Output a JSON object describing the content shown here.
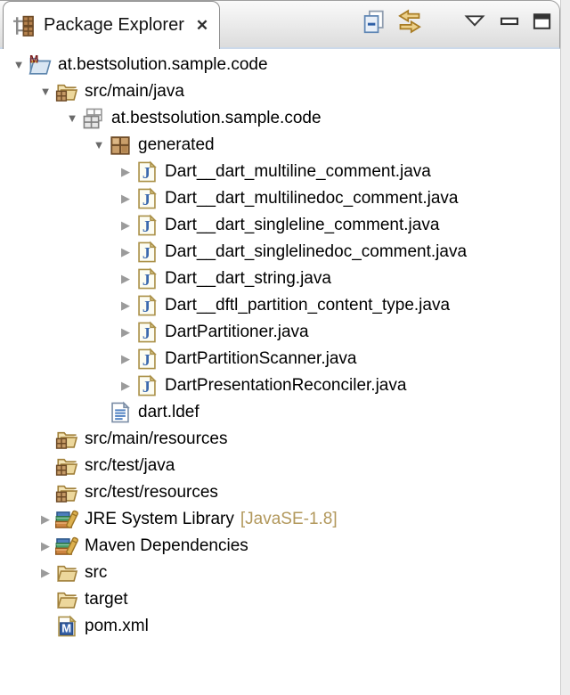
{
  "view": {
    "tab": {
      "title": "Package Explorer",
      "close_glyph": "✕",
      "icon": "package-explorer"
    },
    "toolbar": {
      "icons": [
        {
          "name": "collapse-all"
        },
        {
          "name": "link-with-editor"
        },
        {
          "name": "view-menu"
        },
        {
          "name": "minimize"
        },
        {
          "name": "maximize"
        }
      ]
    }
  },
  "colors": {
    "decorator_text": "#b2985c",
    "header_divider": "#ccd9ea",
    "expander_expanded": "#6a6a6a",
    "expander_collapsed": "#9b9b9b"
  },
  "tree": {
    "rows": [
      {
        "label": "at.bestsolution.sample.code",
        "icon": "maven-project",
        "level": 0,
        "expander": "expanded"
      },
      {
        "label": "src/main/java",
        "icon": "source-folder",
        "level": 1,
        "expander": "expanded"
      },
      {
        "label": "at.bestsolution.sample.code",
        "icon": "package-empty",
        "level": 2,
        "expander": "expanded"
      },
      {
        "label": "generated",
        "icon": "package",
        "level": 3,
        "expander": "expanded"
      },
      {
        "label": "Dart__dart_multiline_comment.java",
        "icon": "java-file",
        "level": 4,
        "expander": "collapsed"
      },
      {
        "label": "Dart__dart_multilinedoc_comment.java",
        "icon": "java-file",
        "level": 4,
        "expander": "collapsed"
      },
      {
        "label": "Dart__dart_singleline_comment.java",
        "icon": "java-file",
        "level": 4,
        "expander": "collapsed"
      },
      {
        "label": "Dart__dart_singlelinedoc_comment.java",
        "icon": "java-file",
        "level": 4,
        "expander": "collapsed"
      },
      {
        "label": "Dart__dart_string.java",
        "icon": "java-file",
        "level": 4,
        "expander": "collapsed"
      },
      {
        "label": "Dart__dftl_partition_content_type.java",
        "icon": "java-file",
        "level": 4,
        "expander": "collapsed"
      },
      {
        "label": "DartPartitioner.java",
        "icon": "java-file",
        "level": 4,
        "expander": "collapsed"
      },
      {
        "label": "DartPartitionScanner.java",
        "icon": "java-file",
        "level": 4,
        "expander": "collapsed"
      },
      {
        "label": "DartPresentationReconciler.java",
        "icon": "java-file",
        "level": 4,
        "expander": "collapsed"
      },
      {
        "label": "dart.ldef",
        "icon": "text-file",
        "level": 3,
        "expander": "none"
      },
      {
        "label": "src/main/resources",
        "icon": "source-folder",
        "level": 1,
        "expander": "none"
      },
      {
        "label": "src/test/java",
        "icon": "source-folder",
        "level": 1,
        "expander": "none"
      },
      {
        "label": "src/test/resources",
        "icon": "source-folder",
        "level": 1,
        "expander": "none"
      },
      {
        "label": "JRE System Library",
        "decorator": "[JavaSE-1.8]",
        "icon": "library",
        "level": 1,
        "expander": "collapsed"
      },
      {
        "label": "Maven Dependencies",
        "icon": "library",
        "level": 1,
        "expander": "collapsed"
      },
      {
        "label": "src",
        "icon": "folder",
        "level": 1,
        "expander": "collapsed"
      },
      {
        "label": "target",
        "icon": "folder",
        "level": 1,
        "expander": "none"
      },
      {
        "label": "pom.xml",
        "icon": "maven-file",
        "level": 1,
        "expander": "none"
      }
    ]
  }
}
